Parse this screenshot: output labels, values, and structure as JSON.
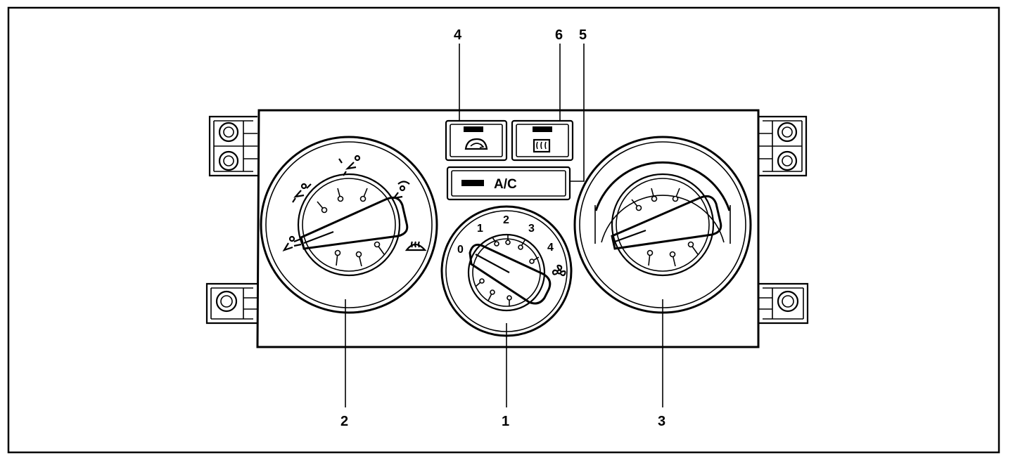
{
  "callouts": {
    "fan_knob": "1",
    "mode_knob": "2",
    "temp_knob": "3",
    "recirc_button": "4",
    "ac_button": "5",
    "rear_defrost_button": "6"
  },
  "ac_label": "A/C",
  "fan_speeds": [
    "0",
    "1",
    "2",
    "3",
    "4"
  ],
  "icons": {
    "recirc": "recirculation-icon",
    "rear_defrost": "rear-defrost-icon",
    "front_defrost": "windshield-defrost-icon",
    "fan": "fan-icon",
    "vents": [
      "face-vent-icon",
      "bi-level-vent-icon",
      "floor-vent-icon",
      "floor-defrost-icon"
    ]
  }
}
